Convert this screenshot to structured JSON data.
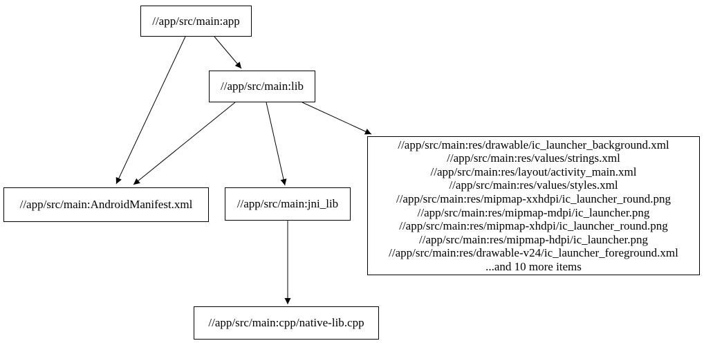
{
  "diagram": {
    "type": "dependency-graph",
    "background_color": "#ffffff",
    "node_border_color": "#000000",
    "edge_color": "#000000",
    "nodes": {
      "app": {
        "label": "//app/src/main:app"
      },
      "lib": {
        "label": "//app/src/main:lib"
      },
      "android_manifest": {
        "label": "//app/src/main:AndroidManifest.xml"
      },
      "jni_lib": {
        "label": "//app/src/main:jni_lib"
      },
      "native_lib": {
        "label": "//app/src/main:cpp/native-lib.cpp"
      },
      "res_group": {
        "lines": [
          "//app/src/main:res/drawable/ic_launcher_background.xml",
          "//app/src/main:res/values/strings.xml",
          "//app/src/main:res/layout/activity_main.xml",
          "//app/src/main:res/values/styles.xml",
          "//app/src/main:res/mipmap-xxhdpi/ic_launcher_round.png",
          "//app/src/main:res/mipmap-mdpi/ic_launcher.png",
          "//app/src/main:res/mipmap-xhdpi/ic_launcher_round.png",
          "//app/src/main:res/mipmap-hdpi/ic_launcher.png",
          "//app/src/main:res/drawable-v24/ic_launcher_foreground.xml",
          "...and 10 more items"
        ]
      }
    },
    "edges": [
      {
        "from": "app",
        "to": "android_manifest"
      },
      {
        "from": "app",
        "to": "lib"
      },
      {
        "from": "lib",
        "to": "android_manifest"
      },
      {
        "from": "lib",
        "to": "jni_lib"
      },
      {
        "from": "lib",
        "to": "res_group"
      },
      {
        "from": "jni_lib",
        "to": "native_lib"
      }
    ]
  }
}
